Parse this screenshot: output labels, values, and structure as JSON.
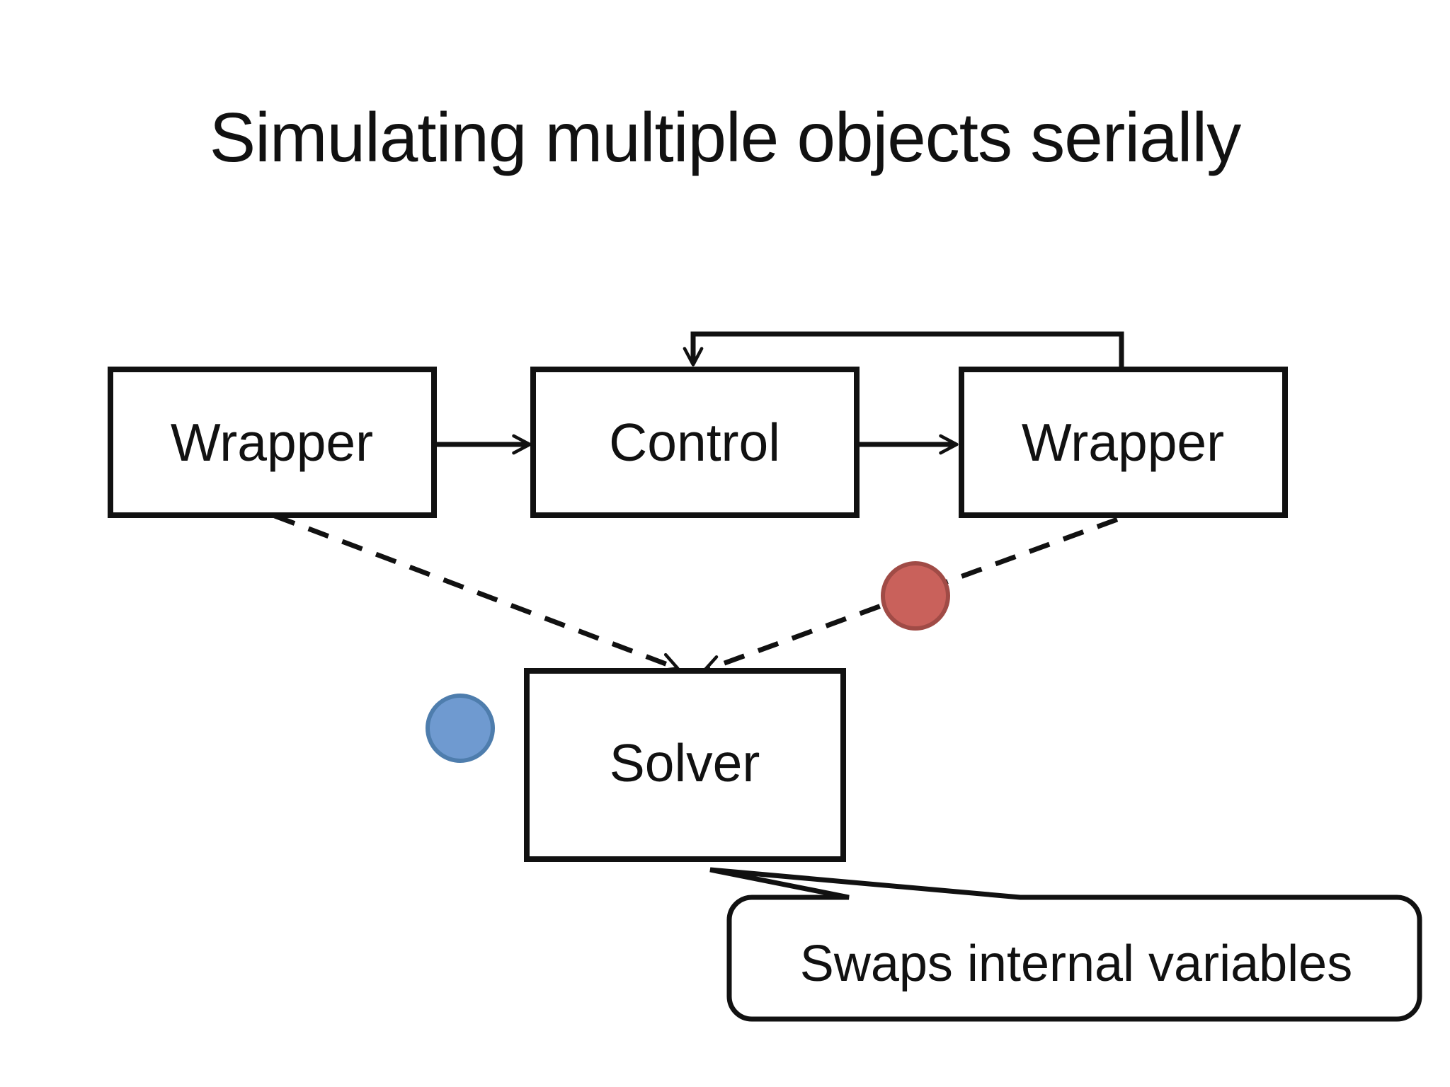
{
  "slide": {
    "title": "Simulating multiple objects serially",
    "background_color": "#ffffff",
    "line_color": "#111111"
  },
  "diagram": {
    "boxes": {
      "wrapper_left": {
        "label": "Wrapper"
      },
      "control": {
        "label": "Control"
      },
      "wrapper_right": {
        "label": "Wrapper"
      },
      "solver": {
        "label": "Solver"
      }
    },
    "connectors": {
      "wrapper_to_control": {
        "style": "solid-arrow"
      },
      "control_to_wrapper": {
        "style": "solid-arrow"
      },
      "feedback_loop": {
        "style": "solid-arrow",
        "from": "wrapper_right-top",
        "to": "control-top"
      },
      "left_wrapper_to_solver": {
        "style": "dashed-arrow"
      },
      "right_wrapper_to_solver": {
        "style": "dashed-arrow"
      }
    },
    "dots": {
      "blue": {
        "fill": "#6F9AD0",
        "stroke": "#4E7DAD"
      },
      "red": {
        "fill": "#C9615B",
        "stroke": "#A04B46"
      }
    },
    "callout": {
      "text": "Swaps internal variables"
    }
  }
}
